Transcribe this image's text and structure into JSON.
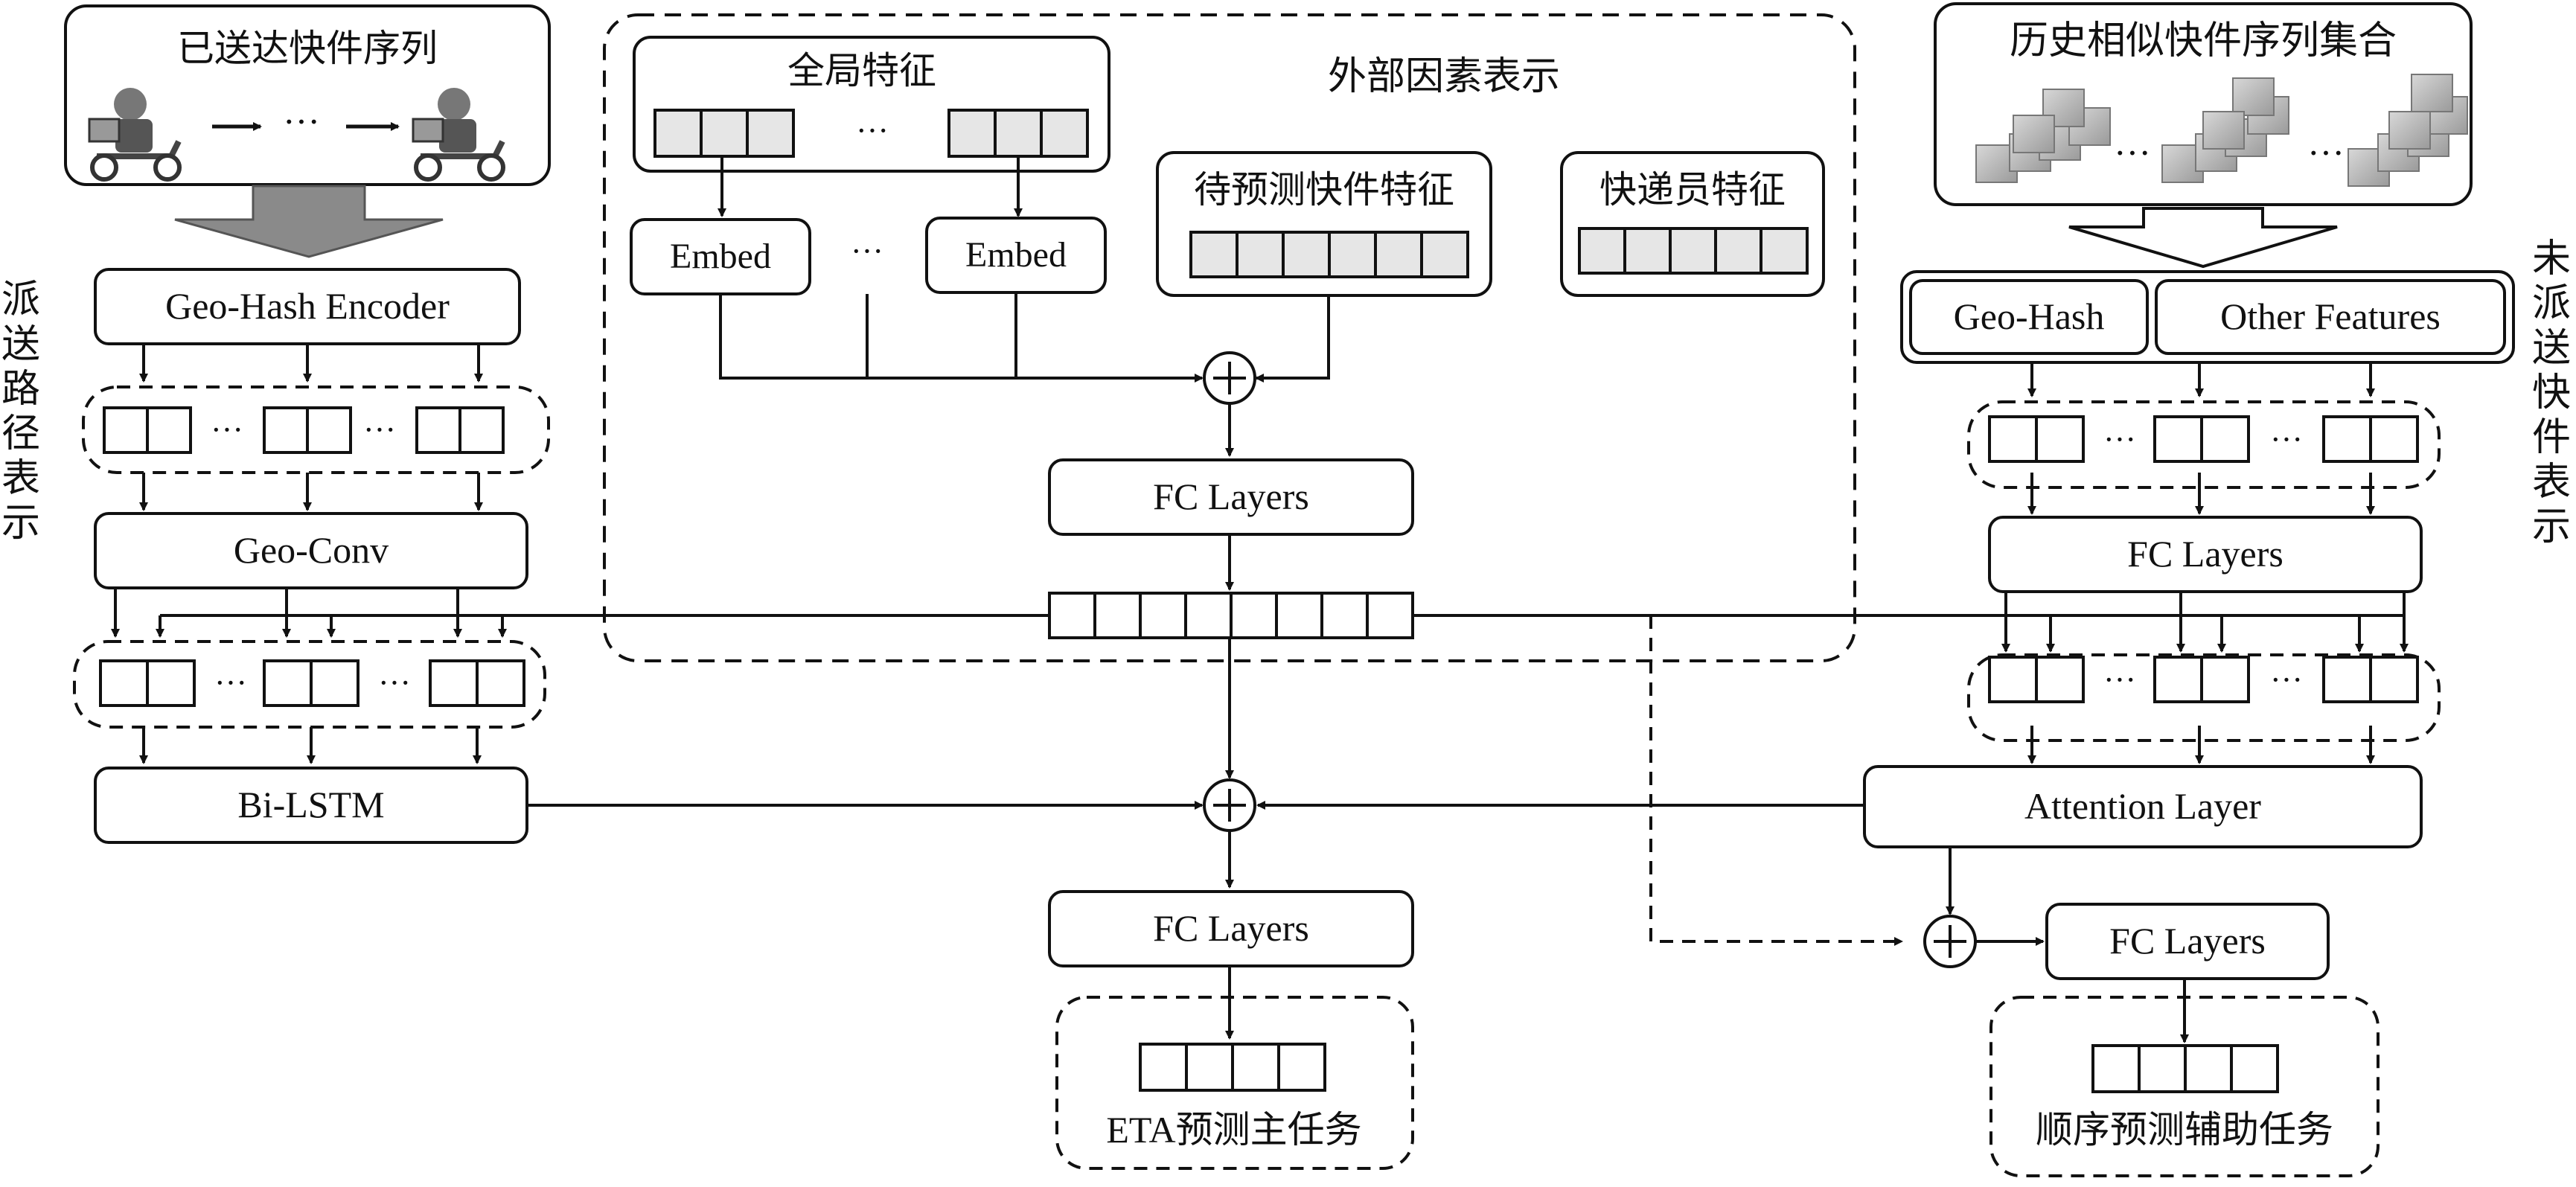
{
  "delivered_sequence": {
    "title": "已送达快件序列",
    "ellipsis": "···"
  },
  "geohash_encoder": "Geo-Hash Encoder",
  "geo_conv": "Geo-Conv",
  "bi_lstm": "Bi-LSTM",
  "route_label": "派送路径表示",
  "external": {
    "title": "外部因素表示",
    "global_features": "全局特征",
    "embed": "Embed",
    "ellipsis": "···",
    "package_features": "待预测快件特征",
    "courier_features": "快递员特征",
    "fc": "FC Layers"
  },
  "history": {
    "title": "历史相似快件序列集合",
    "ellipsis": "···"
  },
  "geo_hash": "Geo-Hash",
  "other_features": "Other Features",
  "right_fc": "FC Layers",
  "attention": "Attention Layer",
  "undelivered_label": "未派送快件表示",
  "main_fc": "FC Layers",
  "main_task": "ETA预测主任务",
  "aux_fc": "FC Layers",
  "aux_task": "顺序预测辅助任务",
  "dots": "···"
}
